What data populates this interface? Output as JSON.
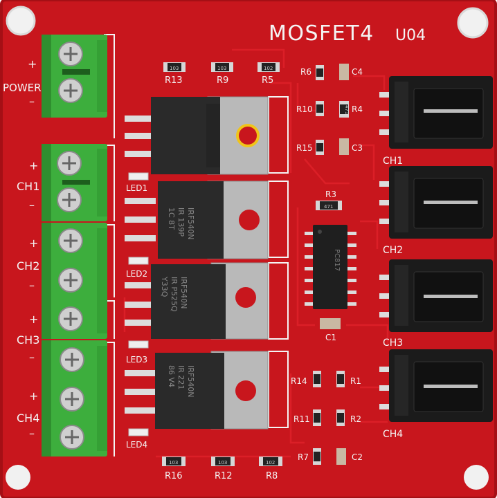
{
  "board": {
    "title": "MOSFET4",
    "version": "U04",
    "colors": {
      "pcb": "#c8161d",
      "pcb_dark": "#9e0f15",
      "silk": "#f4f4f4",
      "terminal": "#3dae3d",
      "header": "#1b1b1b",
      "mosfet_body": "#2a2a2a",
      "heatsink": "#b9b9b9"
    }
  },
  "power": {
    "label": "POWER",
    "plus": "+",
    "minus": "–"
  },
  "channels": [
    {
      "label": "CH1",
      "plus": "+",
      "minus": "–"
    },
    {
      "label": "CH2",
      "plus": "+",
      "minus": "–"
    },
    {
      "label": "CH3",
      "plus": "+",
      "minus": "–"
    },
    {
      "label": "CH4",
      "plus": "+",
      "minus": "–"
    }
  ],
  "connectors": [
    "CH1",
    "CH2",
    "CH3",
    "CH4"
  ],
  "leds": [
    "LED1",
    "LED2",
    "LED3",
    "LED4"
  ],
  "mosfets": [
    {
      "marking": ""
    },
    {
      "marking": "IRF540N",
      "code": "IR 139P",
      "lot": "1C 8T"
    },
    {
      "marking": "IRF540N",
      "code": "IR P525Q",
      "lot": "Y33Q"
    },
    {
      "marking": "IRF540N",
      "code": "IR 221",
      "lot": "86 V4"
    }
  ],
  "resistors": {
    "top": [
      "R13",
      "R9",
      "R5"
    ],
    "bottom": [
      "R16",
      "R12",
      "R8"
    ],
    "right": [
      "R6",
      "R10",
      "R4",
      "R15",
      "R3",
      "R14",
      "R1",
      "R11",
      "R2",
      "R7"
    ]
  },
  "capacitors": [
    "C4",
    "C3",
    "C1",
    "C2"
  ],
  "ic": {
    "marking": "PC817"
  },
  "smd_codes": {
    "r103": "103",
    "r102": "102",
    "r471": "471"
  }
}
